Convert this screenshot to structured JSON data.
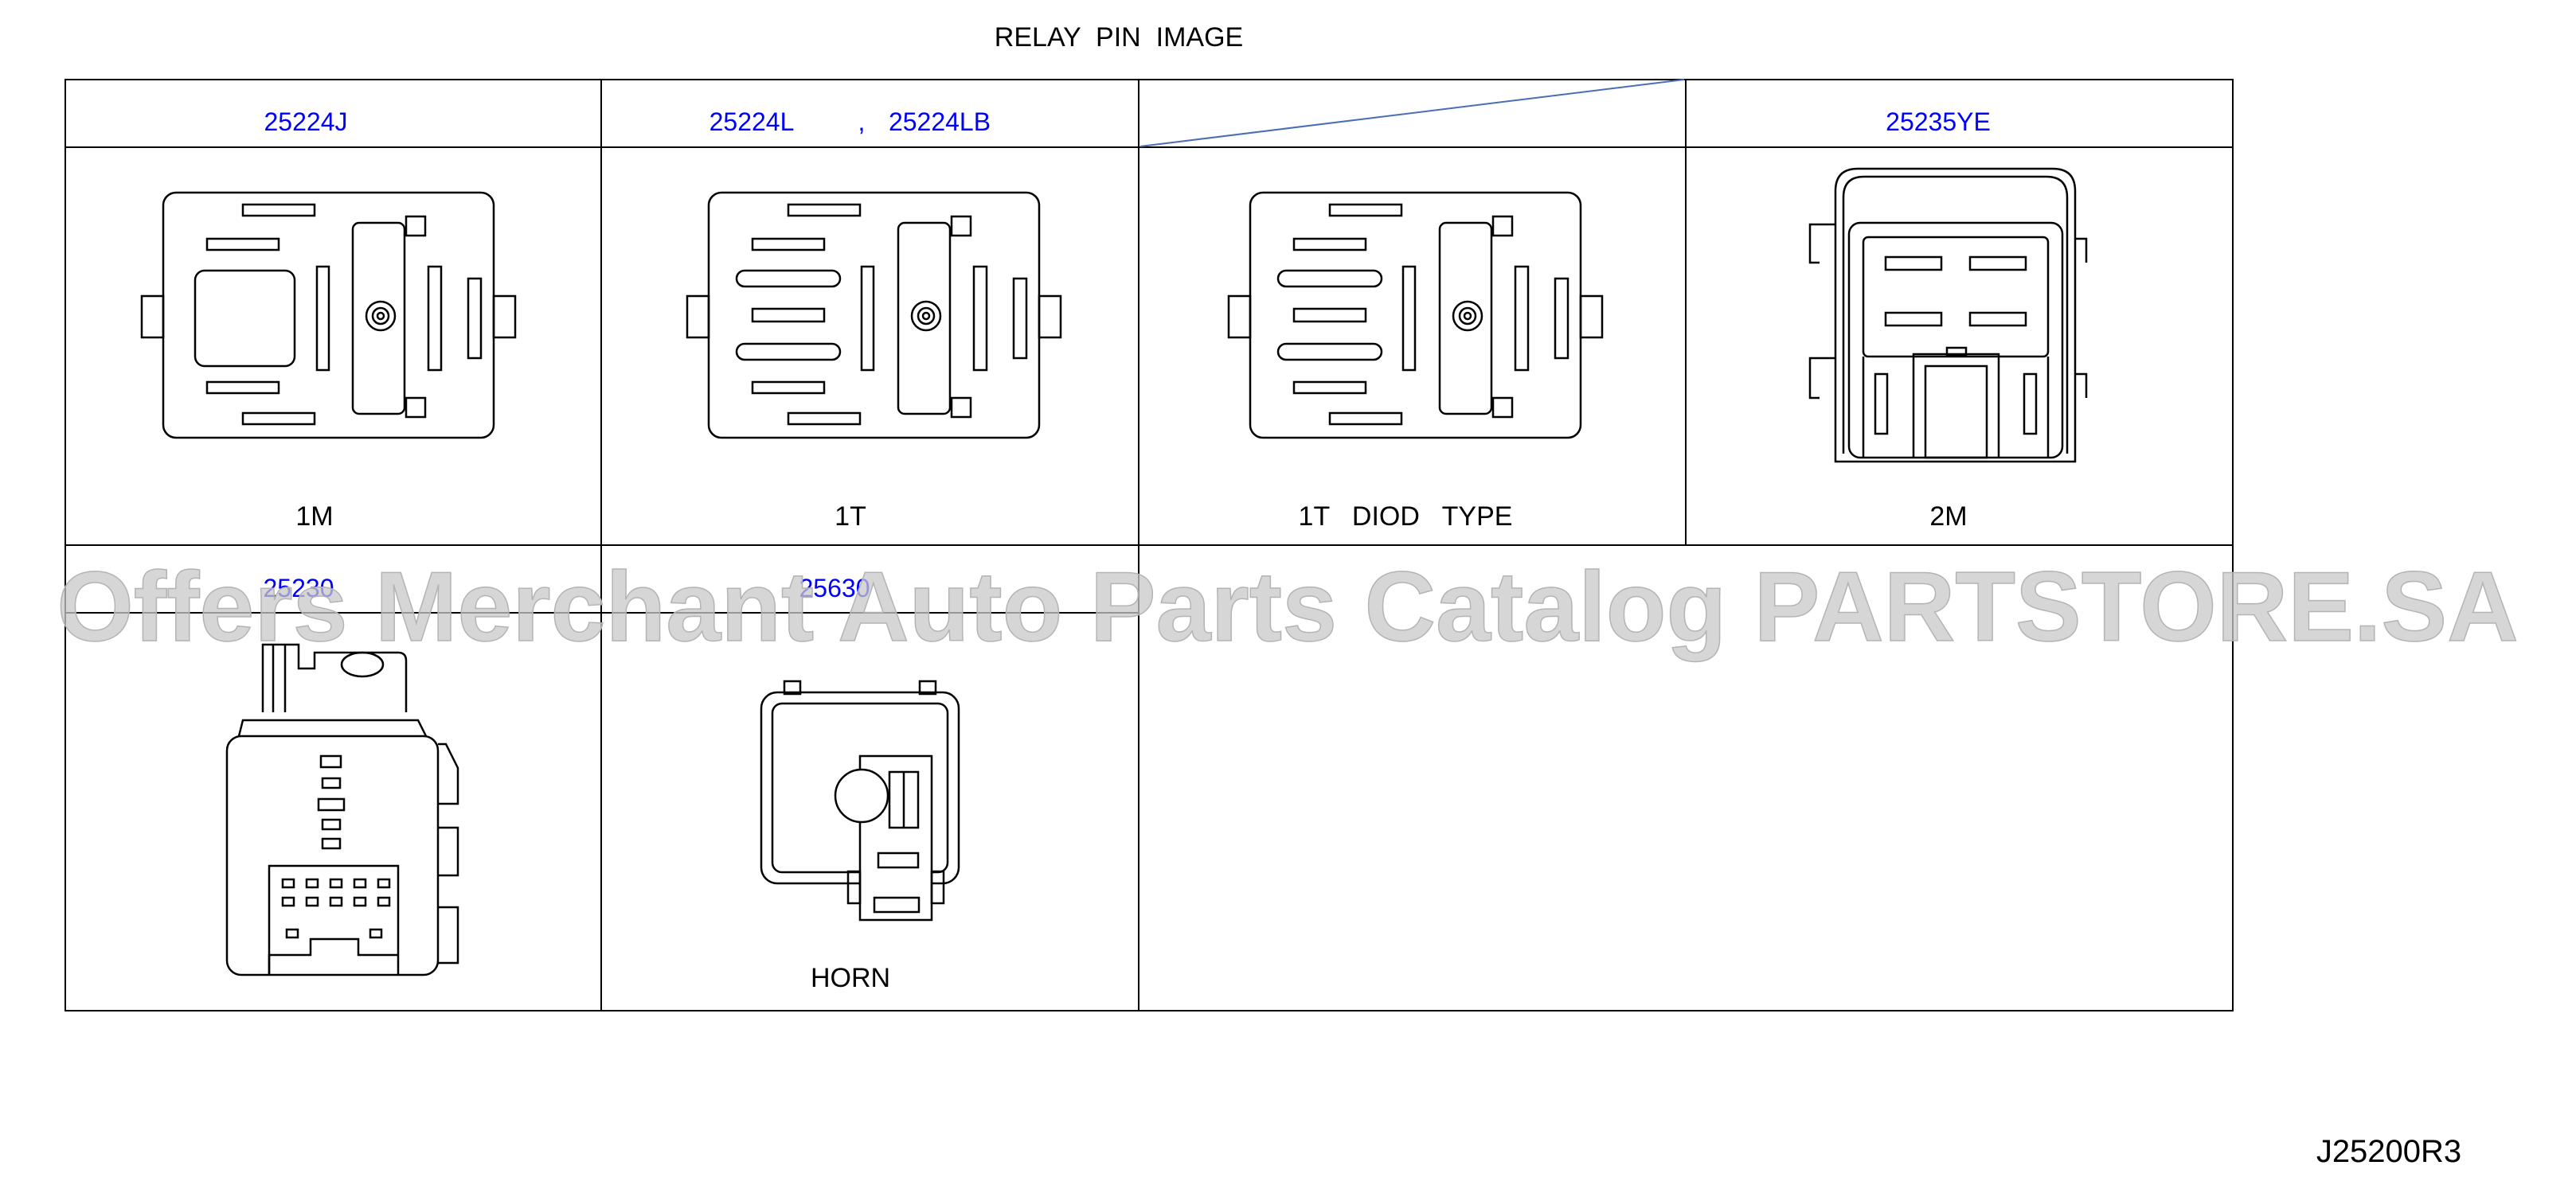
{
  "title": "RELAY  PIN  IMAGE",
  "drawing_code": "J25200R3",
  "watermark": "Offers Merchant Auto Parts Catalog PARTSTORE.SA",
  "colors": {
    "line": "#000000",
    "part_number": "#0000ff",
    "diagonal": "#4a6fb5",
    "watermark": "#c8c8c8"
  },
  "header_row_1": {
    "col1": {
      "part": "25224J"
    },
    "col2": {
      "part_a": "25224L",
      "separator": ",",
      "part_b": "25224LB"
    },
    "col3": {
      "part": ""
    },
    "col4": {
      "part": "25235YE"
    }
  },
  "labels_row_1": {
    "col1": "1M",
    "col2": "1T",
    "col3": "1T   DIOD   TYPE",
    "col4": "2M"
  },
  "header_row_2": {
    "col1": {
      "part": "25230"
    },
    "col2": {
      "part": "25630"
    }
  },
  "labels_row_2": {
    "col2": "HORN"
  },
  "icons": [
    "relay-1m-icon",
    "relay-1t-icon",
    "relay-1t-diode-icon",
    "relay-2m-icon",
    "relay-25230-icon",
    "horn-relay-icon"
  ]
}
